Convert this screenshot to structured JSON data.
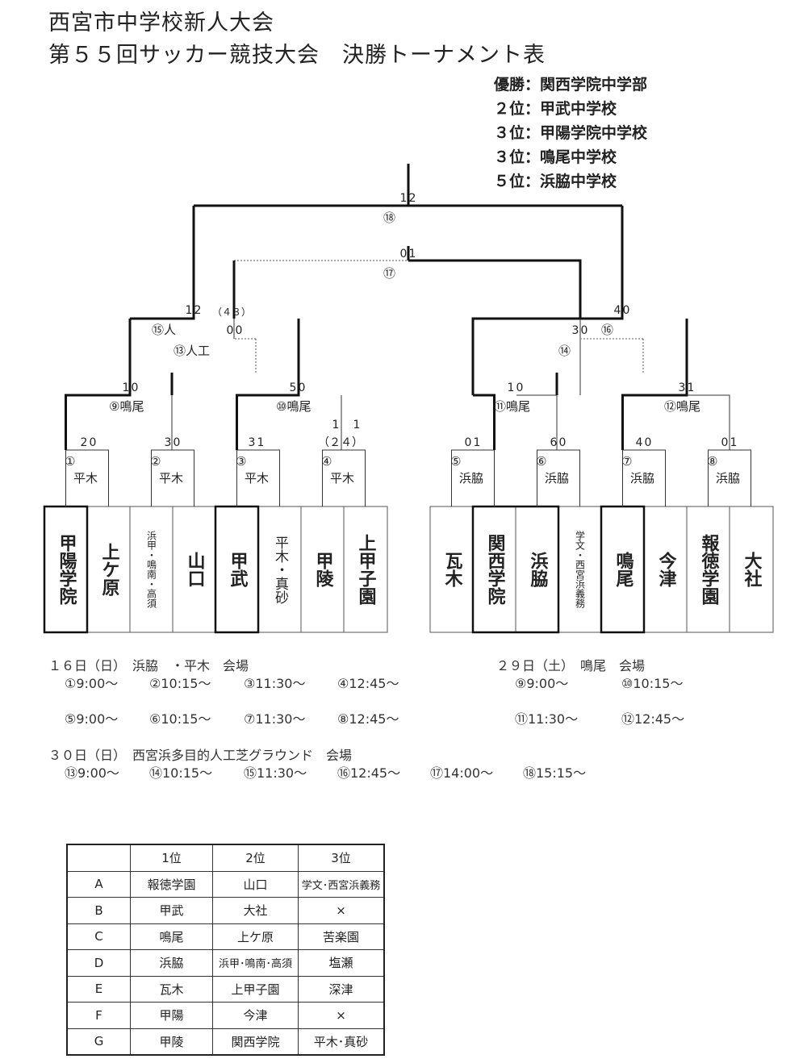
{
  "title": {
    "line1": "西宮市中学校新人大会",
    "line2": "第５５回サッカー競技大会　決勝トーナメント表"
  },
  "results": [
    "優勝：関西学院中学部",
    "２位：甲武中学校",
    "３位：甲陽学院中学校",
    "３位：鳴尾中学校",
    "５位：浜脇中学校"
  ],
  "teams": [
    "甲陽学院",
    "上ケ原",
    "浜甲・鳴南・高須",
    "山口",
    "甲武",
    "平木・真砂",
    "甲陵",
    "上甲子園",
    "瓦木",
    "関西学院",
    "浜脇",
    "学文・西宮浜義務",
    "鳴尾",
    "今津",
    "報徳学園",
    "大社"
  ],
  "match_labels": {
    "m1": "①",
    "m2": "②",
    "m3": "③",
    "m4": "④",
    "m5": "⑤",
    "m6": "⑥",
    "m7": "⑦",
    "m8": "⑧",
    "v_hiraki": "平木",
    "v_hamawaki": "浜脇",
    "m9": "⑨鳴尾",
    "m10": "⑩鳴尾",
    "m11": "⑪鳴尾",
    "m12": "⑫鳴尾",
    "m13": "⑬人工",
    "m14": "⑭",
    "m15": "⑮人",
    "m16": "⑯",
    "m17": "⑰",
    "m18": "⑱"
  },
  "scores": {
    "r1": [
      "2",
      "0",
      "3",
      "0",
      "3",
      "1",
      "1",
      "1",
      "0",
      "1",
      "6",
      "0",
      "4",
      "0",
      "0",
      "1"
    ],
    "r1_pk": "（２４）",
    "r2": [
      "1",
      "0",
      "5",
      "0",
      "1",
      "0",
      "3",
      "1"
    ],
    "sf": [
      "0",
      "0",
      "3",
      "0"
    ],
    "sf_pk": "（４３）",
    "qf_left": [
      "1",
      "2"
    ],
    "qf_right": [
      "4",
      "0"
    ],
    "third": [
      "0",
      "1"
    ],
    "final": [
      "1",
      "2"
    ]
  },
  "schedule": {
    "day16_title": "１６日（日）　浜脇　・平木　会場",
    "day16_row1": [
      "①9:00～",
      "②10:15～",
      "③11:30～",
      "④12:45～"
    ],
    "day16_row2": [
      "⑤9:00～",
      "⑥10:15～",
      "⑦11:30～",
      "⑧12:45～"
    ],
    "day29_title": "２９日（土）　鳴尾　会場",
    "day29_row1": [
      "⑨9:00～",
      "⑩10:15～"
    ],
    "day29_row2": [
      "⑪11:30～",
      "⑫12:45～"
    ],
    "day30_title": "３０日（日）　西宮浜多目的人工芝グラウンド　会場",
    "day30_row": [
      "⑬9:00～",
      "⑭10:15～",
      "⑮11:30～",
      "⑯12:45～",
      "⑰14:00～",
      "⑱15:15～"
    ]
  },
  "summary": {
    "header": [
      "",
      "1位",
      "2位",
      "3位"
    ],
    "rows": [
      [
        "A",
        "報徳学園",
        "山口",
        "学文･西宮浜義務"
      ],
      [
        "B",
        "甲武",
        "大社",
        "×"
      ],
      [
        "C",
        "鳴尾",
        "上ケ原",
        "苦楽園"
      ],
      [
        "D",
        "浜脇",
        "浜甲･鳴南･高須",
        "塩瀬"
      ],
      [
        "E",
        "瓦木",
        "上甲子園",
        "深津"
      ],
      [
        "F",
        "甲陽",
        "今津",
        "×"
      ],
      [
        "G",
        "甲陵",
        "関西学院",
        "平木･真砂"
      ]
    ]
  }
}
